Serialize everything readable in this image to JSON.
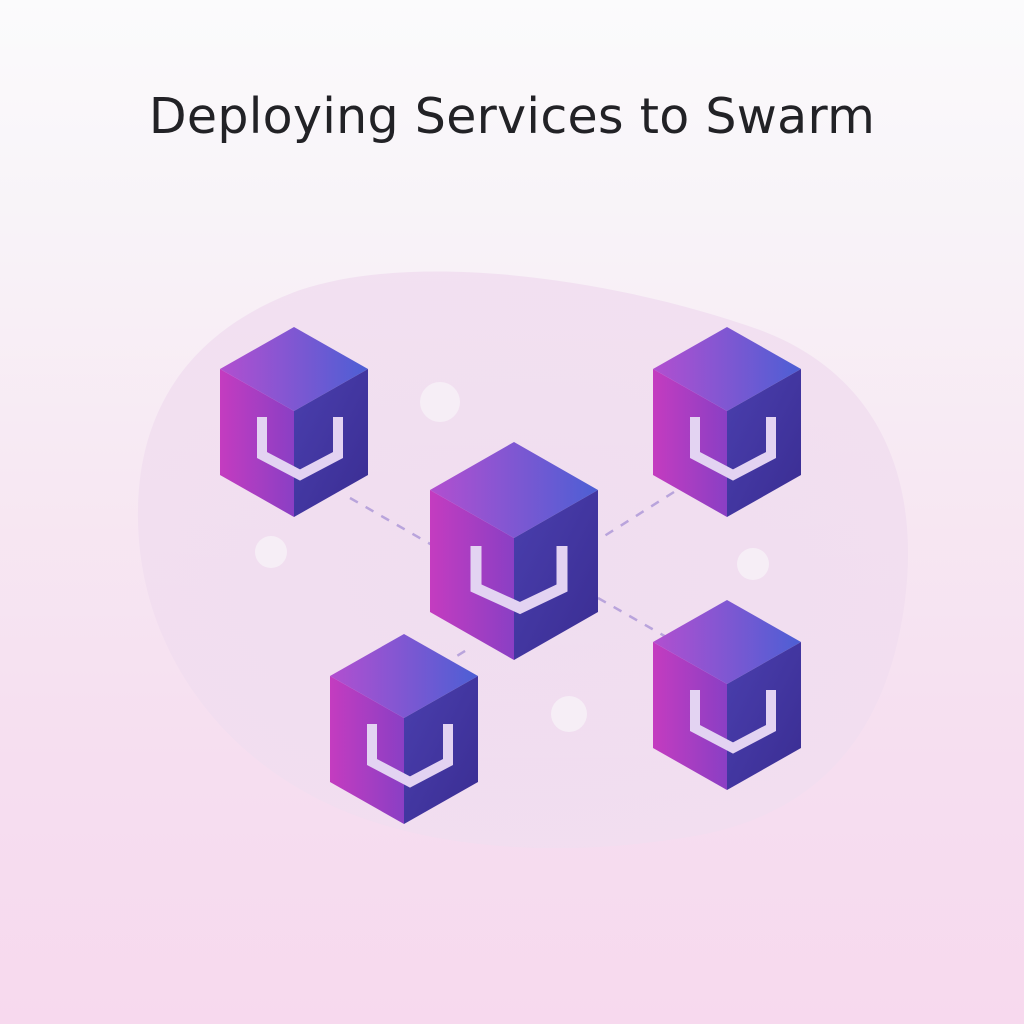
{
  "title": "Deploying Services to Swarm",
  "colors": {
    "cube_light": "#c248c4",
    "cube_top_right": "#4f5ed2",
    "cube_right_face": "#3d2f9a",
    "cube_left_face": "#9a3cc0",
    "blob": "#efdcf0",
    "connector": "#b8a6dc",
    "glyph": "#e2d2f0"
  },
  "diagram": {
    "nodes": [
      {
        "id": "top-left",
        "icon": "service-container-icon"
      },
      {
        "id": "top-right",
        "icon": "service-container-icon"
      },
      {
        "id": "center",
        "icon": "service-container-icon"
      },
      {
        "id": "bottom-left",
        "icon": "service-container-icon"
      },
      {
        "id": "bottom-right",
        "icon": "service-container-icon"
      }
    ],
    "edges": [
      {
        "from": "top-left",
        "to": "center"
      },
      {
        "from": "top-right",
        "to": "center"
      },
      {
        "from": "bottom-left",
        "to": "center"
      },
      {
        "from": "bottom-right",
        "to": "center"
      }
    ]
  }
}
